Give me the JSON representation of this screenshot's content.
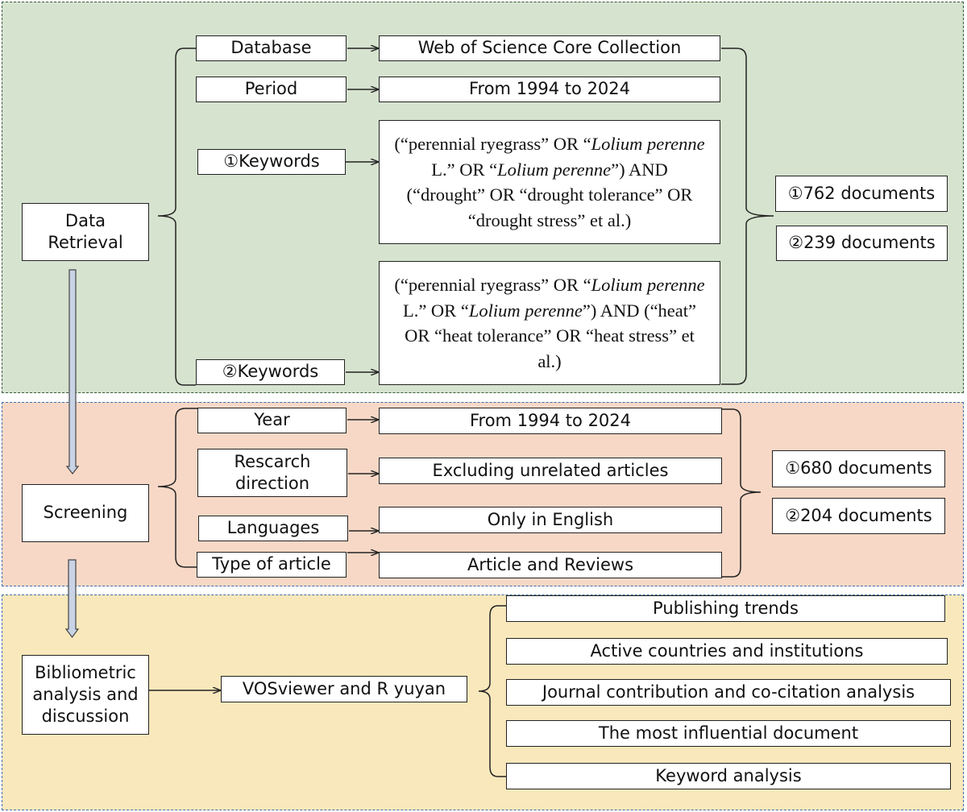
{
  "colors": {
    "retrieval_bg": "#d6e3cf",
    "screening_bg": "#f7d8c6",
    "analysis_bg": "#f8e8bb",
    "down_arrow": "#c9d3e6"
  },
  "stages": {
    "retrieval": "Data\nRetrieval",
    "screening": "Screening",
    "analysis": "Bibliometric\nanalysis and\ndiscussion"
  },
  "retrieval": {
    "database_label": "Database",
    "database_value": "Web of Science Core Collection",
    "period_label": "Period",
    "period_value": "From 1994 to 2024",
    "keywords1_label": "①Keywords",
    "keywords1_query": "(“perennial ryegrass” OR “Lolium perenne L.” OR “Lolium perenne”) AND (“drought” OR “drought tolerance” OR “drought stress” et al.)",
    "keywords2_label": "②Keywords",
    "keywords2_query": "(“perennial ryegrass” OR “Lolium perenne L.” OR “Lolium perenne”) AND (“heat” OR “heat tolerance” OR “heat stress” et al.)",
    "result1": "①762 documents",
    "result2": "②239 documents"
  },
  "screening": {
    "year_label": "Year",
    "year_value": "From 1994 to 2024",
    "direction_label": "Rescarch\ndirection",
    "direction_value": "Excluding unrelated articles",
    "languages_label": "Languages",
    "languages_value": "Only in English",
    "type_label": "Type of article",
    "type_value": "Article and Reviews",
    "result1": "①680 documents",
    "result2": "②204 documents"
  },
  "analysis": {
    "tool": "VOSviewer and R yuyan",
    "outputs": [
      "Publishing trends",
      "Active countries and institutions",
      "Journal contribution and co-citation analysis",
      "The most influential document",
      "Keyword analysis"
    ]
  }
}
